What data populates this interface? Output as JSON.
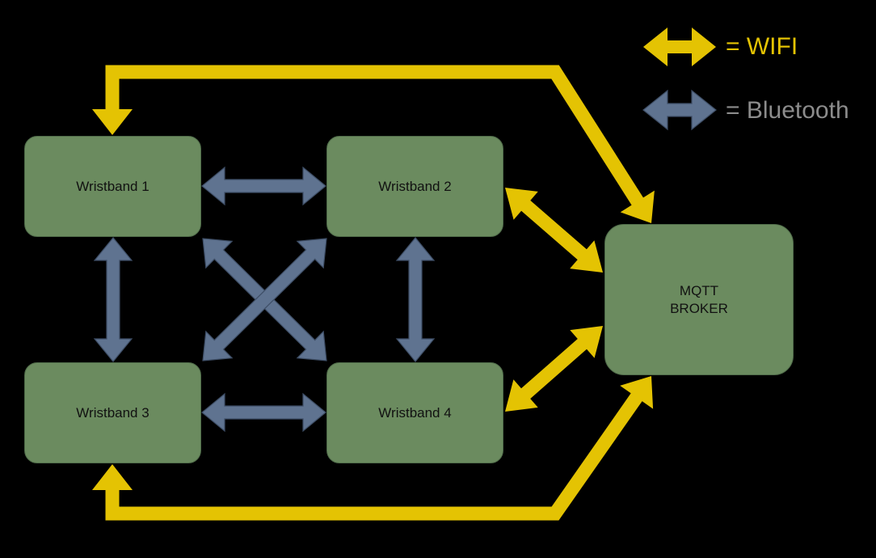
{
  "colors": {
    "background": "#000000",
    "box_fill": "#6b8b5f",
    "box_border": "#4f6b49",
    "wifi": "#e4c303",
    "bluetooth": "#5f7390",
    "bluetooth_border": "#3e4e66",
    "bluetooth_label": "#8c8c8c"
  },
  "legend": {
    "wifi_label": "= WIFI",
    "bluetooth_label": "= Bluetooth"
  },
  "nodes": {
    "wristband1": "Wristband 1",
    "wristband2": "Wristband 2",
    "wristband3": "Wristband 3",
    "wristband4": "Wristband 4",
    "broker_line1": "MQTT",
    "broker_line2": "BROKER"
  },
  "edges": [
    {
      "from": "Wristband 1",
      "to": "Wristband 2",
      "type": "bluetooth",
      "direction": "both"
    },
    {
      "from": "Wristband 3",
      "to": "Wristband 4",
      "type": "bluetooth",
      "direction": "both"
    },
    {
      "from": "Wristband 1",
      "to": "Wristband 3",
      "type": "bluetooth",
      "direction": "both"
    },
    {
      "from": "Wristband 2",
      "to": "Wristband 4",
      "type": "bluetooth",
      "direction": "both"
    },
    {
      "from": "Wristband 1",
      "to": "Wristband 4",
      "type": "bluetooth",
      "direction": "both"
    },
    {
      "from": "Wristband 2",
      "to": "Wristband 3",
      "type": "bluetooth",
      "direction": "both"
    },
    {
      "from": "Wristband 2",
      "to": "MQTT BROKER",
      "type": "wifi",
      "direction": "both"
    },
    {
      "from": "Wristband 4",
      "to": "MQTT BROKER",
      "type": "wifi",
      "direction": "both"
    },
    {
      "from": "Wristband 1",
      "to": "MQTT BROKER",
      "type": "wifi",
      "direction": "both"
    },
    {
      "from": "Wristband 3",
      "to": "MQTT BROKER",
      "type": "wifi",
      "direction": "both"
    }
  ]
}
